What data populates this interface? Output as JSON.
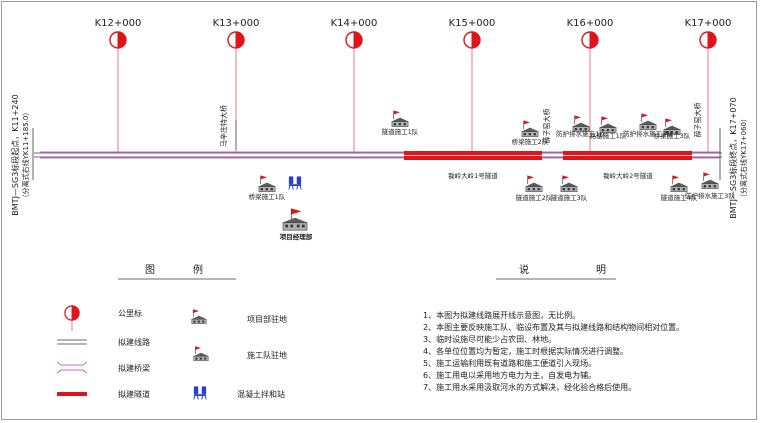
{
  "stations": [
    {
      "label": "K12+000"
    },
    {
      "label": "K13+000"
    },
    {
      "label": "K14+000"
    },
    {
      "label": "K15+000"
    },
    {
      "label": "K16+000"
    },
    {
      "label": "K17+000"
    }
  ],
  "route": {
    "start_label_1": "BMTJ—SG3标段起点，K11+240",
    "start_label_2": "（分离式右线YK11+185.0）",
    "end_label_1": "BMTJ—SG3标段终点，K17+070",
    "end_label_2": "（分离式右线YK17+060）"
  },
  "bridges": [
    {
      "label": "马辛庄特大桥"
    },
    {
      "label": "薛子窑大桥"
    },
    {
      "label": "薛子窑大桥"
    }
  ],
  "tunnels": [
    {
      "label": "锄岭大岭1号隧道"
    },
    {
      "label": "锄岭大岭2号隧道"
    }
  ],
  "teams": [
    {
      "label": "隧道施工1队"
    },
    {
      "label": "桥梁施工2队"
    },
    {
      "label": "防护排水施工1队"
    },
    {
      "label": "路基施工1队"
    },
    {
      "label": "桥梁施工3队"
    },
    {
      "label": "防护排水施工2队"
    },
    {
      "label": "桥梁施工1队"
    },
    {
      "label": "隧道施工2队"
    },
    {
      "label": "隧道施工3队"
    },
    {
      "label": "隧道施工4队"
    },
    {
      "label": "防护排水施工3队"
    }
  ],
  "project_hq": {
    "label": "项目经理部"
  },
  "legend": {
    "title_1": "图",
    "title_2": "例",
    "items": [
      {
        "label": "公里标",
        "icon": "milestone-icon"
      },
      {
        "label": "拟建线路",
        "icon": "route-line-icon"
      },
      {
        "label": "拟建桥梁",
        "icon": "bridge-icon"
      },
      {
        "label": "拟建隧道",
        "icon": "tunnel-icon"
      },
      {
        "label": "项目部驻地",
        "icon": "project-hq-icon"
      },
      {
        "label": "施工队驻地",
        "icon": "construction-team-icon"
      },
      {
        "label": "混凝土拌和站",
        "icon": "concrete-mixing-station-icon"
      }
    ]
  },
  "notes": {
    "title_1": "说",
    "title_2": "明",
    "items": [
      "1、本图为拟建线路展开线示意图，无比例。",
      "2、本图主要反映施工队、临设布置及其与拟建线路和结构物间相对位置。",
      "3、临时设施尽可能少占农田、林地。",
      "4、各单位位置均为暂定，施工时根据实际情况进行调整。",
      "5、施工运输利用既有道路和施工便道引入现场。",
      "6、施工用电以采用地方电力为主，自发电为辅。",
      "7、施工用水采用汲取河水的方式解决，经化验合格后使用。"
    ]
  },
  "colors": {
    "milestone_red": "#e0151b",
    "milestone_line": "#e05a6a",
    "tunnel": "#e0151b",
    "bridge": "#d060d0",
    "route": "#3a3a3a",
    "flag": "#e0151b",
    "mixer": "#2a3fd0"
  }
}
